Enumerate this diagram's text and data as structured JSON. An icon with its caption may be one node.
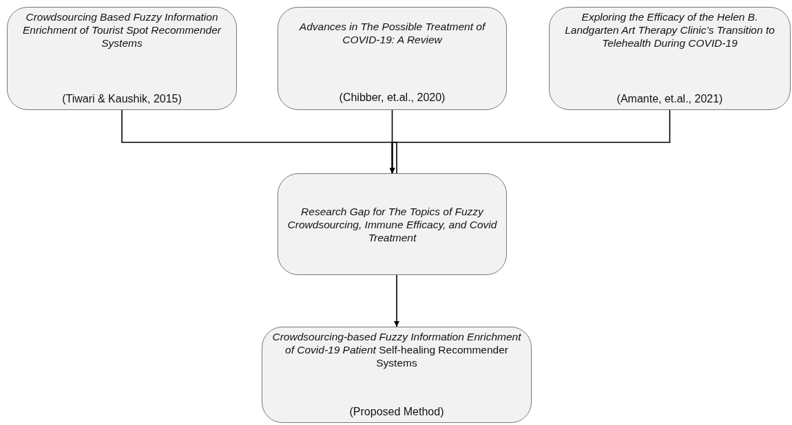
{
  "diagram": {
    "nodes": [
      {
        "text": [
          "Crowdsourcing Based Fuzzy Information Enrichment of Tourist Spot Recommender Systems",
          "(Tiwari & Kaushik, 2015)"
        ]
      },
      {
        "text": [
          "Advances in The Possible Treatment of COVID-19: A Review",
          "(Chibber, et.al., 2020)"
        ]
      },
      {
        "text": [
          "Exploring the Efficacy of the Helen B. Landgarten Art Therapy Clinic’s Transition to Telehealth During COVID-19",
          "(Amante, et.al., 2021)"
        ]
      },
      {
        "text": [
          "Research Gap for The Topics of Fuzzy Crowdsourcing, Immune Efficacy, and Covid Treatment"
        ]
      },
      {
        "text": [
          "*Crowdsourcing-based Fuzzy Information Enrichment of Covid-19 Patient* Self-healing Recommender Systems",
          "(Proposed Method)"
        ]
      }
    ],
    "edges": [
      {
        "from": 0,
        "to": 3,
        "arrow": "to"
      },
      {
        "from": 1,
        "to": 3,
        "arrow": "to"
      },
      {
        "from": 2,
        "to": 3,
        "arrow": "to"
      },
      {
        "from": 3,
        "to": 4,
        "arrow": "to"
      }
    ]
  }
}
